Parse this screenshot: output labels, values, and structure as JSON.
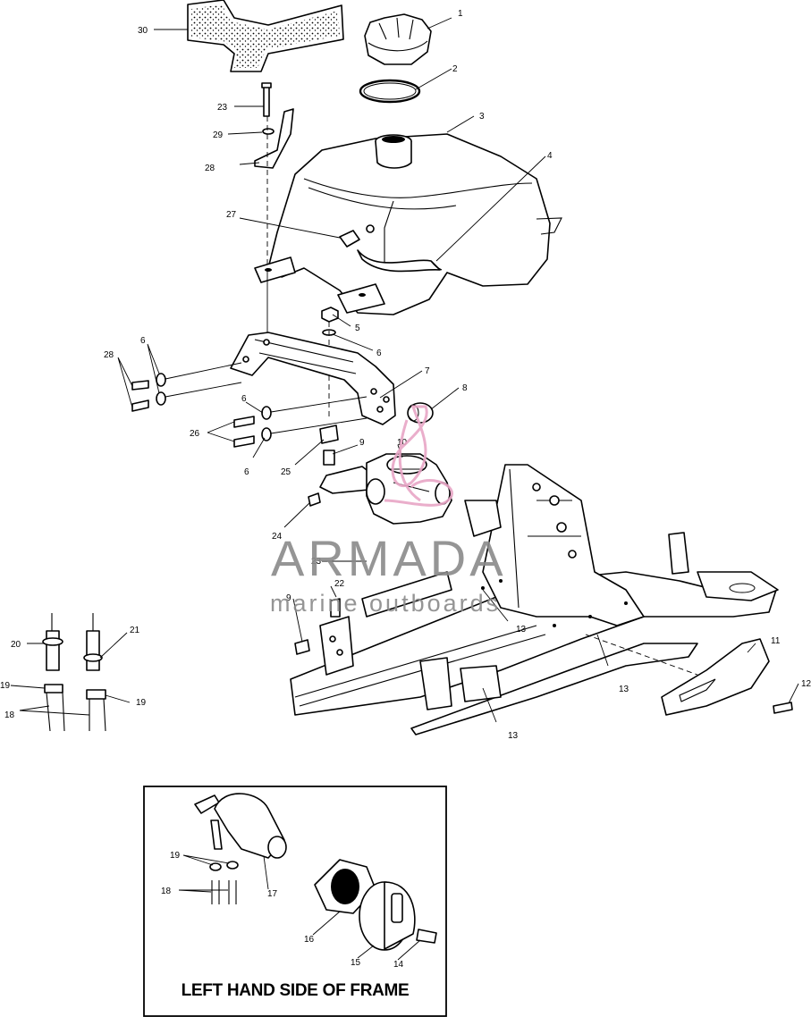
{
  "diagram": {
    "callouts": [
      "1",
      "2",
      "3",
      "4",
      "5",
      "6",
      "6",
      "6",
      "6",
      "6",
      "7",
      "8",
      "9",
      "9",
      "10",
      "11",
      "12",
      "13",
      "13",
      "13",
      "13",
      "14",
      "15",
      "16",
      "17",
      "18",
      "18",
      "19",
      "19",
      "19",
      "20",
      "21",
      "22",
      "23",
      "23",
      "24",
      "25",
      "26",
      "27",
      "28",
      "28",
      "29",
      "30"
    ],
    "inset_title": "LEFT HAND SIDE OF FRAME"
  },
  "watermark": {
    "name": "ARMADA",
    "subtitle": "marine outboards",
    "accent_color": "#e8a6c6",
    "text_color": "#8a8a8a"
  }
}
